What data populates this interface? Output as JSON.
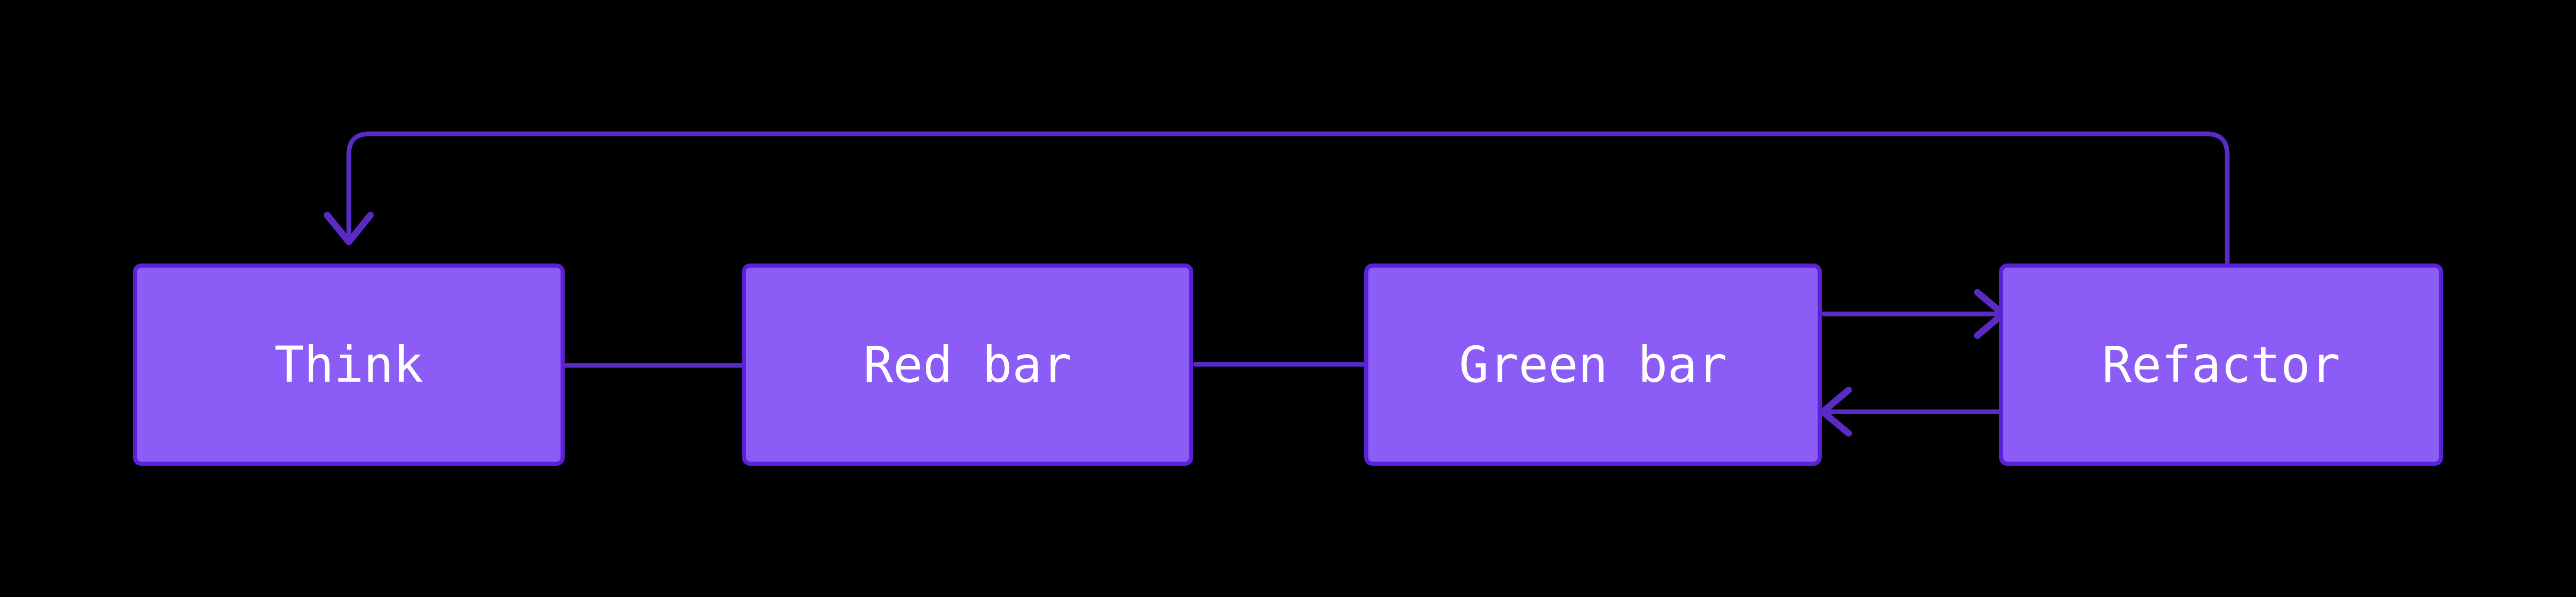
{
  "diagram": {
    "type": "flowchart",
    "orientation": "left-to-right",
    "title": "",
    "background_color": "#000000",
    "node_fill_color": "#8b5cf6",
    "node_border_color": "#5b21d6",
    "node_text_color": "#ffffff",
    "edge_color": "#5a2bc4",
    "nodes": [
      {
        "id": "think",
        "label": "Think"
      },
      {
        "id": "red-bar",
        "label": "Red bar"
      },
      {
        "id": "green-bar",
        "label": "Green bar"
      },
      {
        "id": "refactor",
        "label": "Refactor"
      }
    ],
    "edges": [
      {
        "id": "think-to-red",
        "from": "think",
        "to": "red-bar",
        "label": "",
        "style": "solid",
        "arrowheads": "end"
      },
      {
        "id": "red-to-green",
        "from": "red-bar",
        "to": "green-bar",
        "label": "",
        "style": "solid",
        "arrowheads": "end"
      },
      {
        "id": "green-to-refactor",
        "from": "green-bar",
        "to": "refactor",
        "label": "",
        "style": "solid",
        "arrowheads": "end"
      },
      {
        "id": "refactor-to-green",
        "from": "refactor",
        "to": "green-bar",
        "label": "",
        "style": "solid",
        "arrowheads": "end"
      },
      {
        "id": "refactor-to-think-loop",
        "from": "refactor",
        "to": "think",
        "label": "",
        "style": "solid",
        "arrowheads": "end"
      }
    ]
  }
}
